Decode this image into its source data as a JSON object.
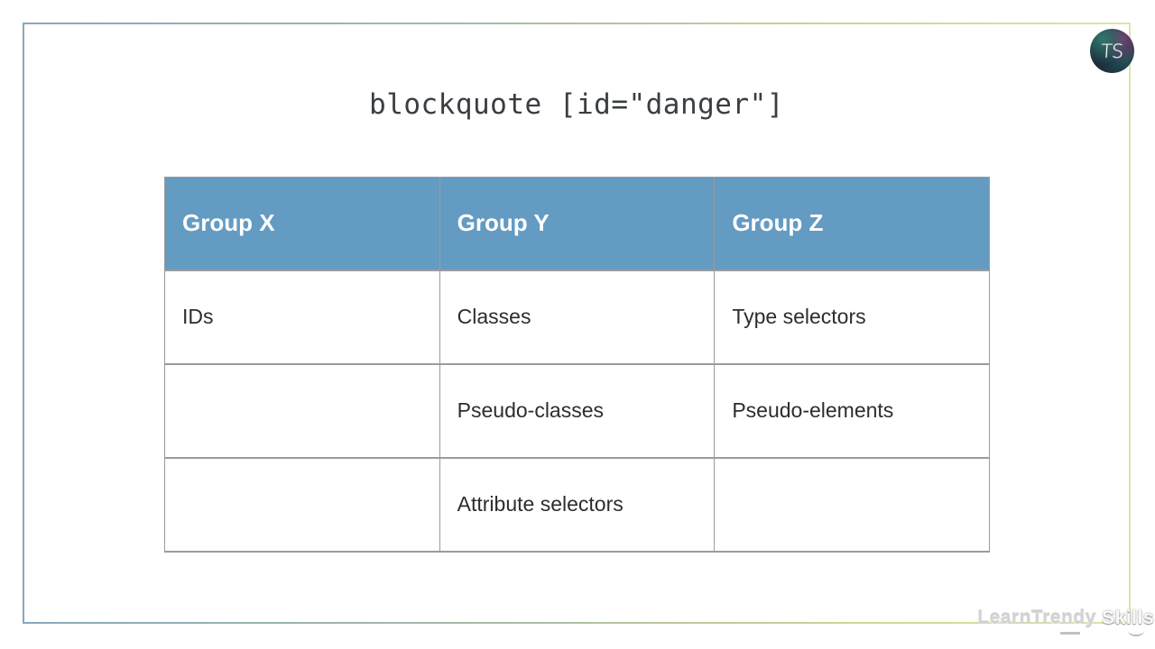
{
  "slide": {
    "title": "blockquote [id=\"danger\"]"
  },
  "table": {
    "header_bg": "#649bc3",
    "header_text_color": "#ffffff",
    "headers": [
      "Group X",
      "Group Y",
      "Group Z"
    ],
    "rows": [
      [
        "IDs",
        "Classes",
        "Type selectors"
      ],
      [
        "",
        "Pseudo-classes",
        "Pseudo-elements"
      ],
      [
        "",
        "Attribute selectors",
        ""
      ]
    ]
  },
  "branding": {
    "logo_monogram": "TS",
    "watermark_part1": "LearnTrendy",
    "watermark_part2": " Skills"
  },
  "colors": {
    "frame_gradient_left": "#87a8ba",
    "frame_gradient_right": "#dce5a8",
    "table_border": "#9b9b9b",
    "title_text": "#3a3e42",
    "cell_text": "#2d2d2d"
  }
}
